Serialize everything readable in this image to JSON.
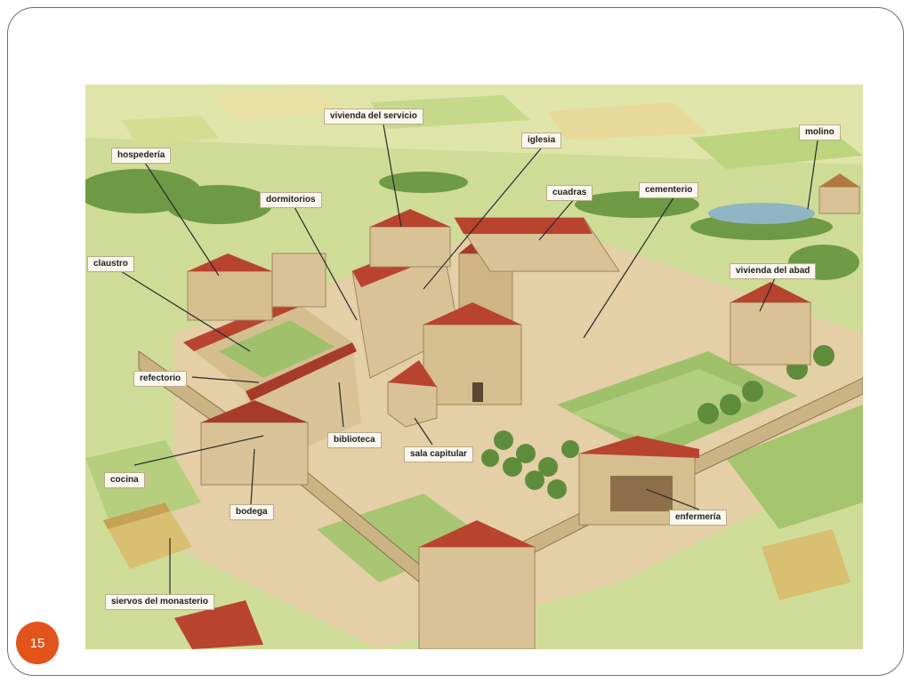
{
  "labels": {
    "vivienda_servicio": "vivienda del servicio",
    "iglesia": "iglesia",
    "molino": "molino",
    "hospederia": "hospedería",
    "dormitorios": "dormitorios",
    "cuadras": "cuadras",
    "cementerio": "cementerio",
    "claustro": "claustro",
    "vivienda_abad": "vivienda del abad",
    "refectorio": "refectorio",
    "biblioteca": "biblioteca",
    "sala_capitular": "sala capitular",
    "cocina": "cocina",
    "bodega": "bodega",
    "enfermeria": "enfermería",
    "siervos": "siervos del monasterio"
  },
  "page_number": "15",
  "colors": {
    "badge": "#e2541b",
    "roof": "#b8432f",
    "wall": "#d9c396",
    "field": "#b9cf7a",
    "ground": "#e4cfa6"
  }
}
